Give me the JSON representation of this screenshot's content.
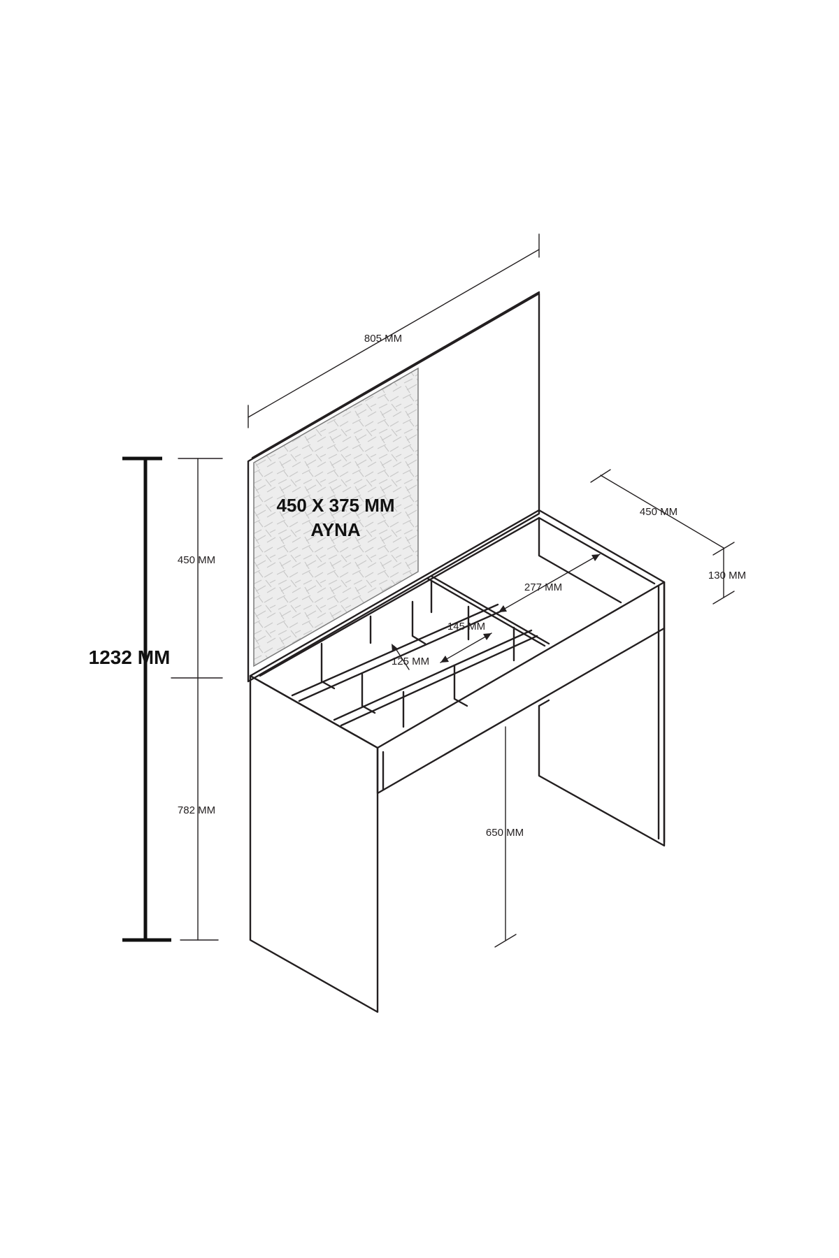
{
  "diagram": {
    "mirror": {
      "size": "450 X 375 MM",
      "name": "AYNA"
    },
    "dimensions": {
      "overall_height": "1232 MM",
      "mirror_panel_height": "450 MM",
      "table_height": "782 MM",
      "width": "805 MM",
      "depth": "450 MM",
      "drawer_height": "130 MM",
      "large_compartment": "277 MM",
      "medium_compartment": "145 MM",
      "small_compartment": "125 MM",
      "knee_clearance": "650 MM"
    }
  },
  "colors": {
    "line": "#231f20",
    "mirror_fill": "#ececec",
    "mirror_pattern": "#c9c9c9",
    "background": "#ffffff"
  }
}
